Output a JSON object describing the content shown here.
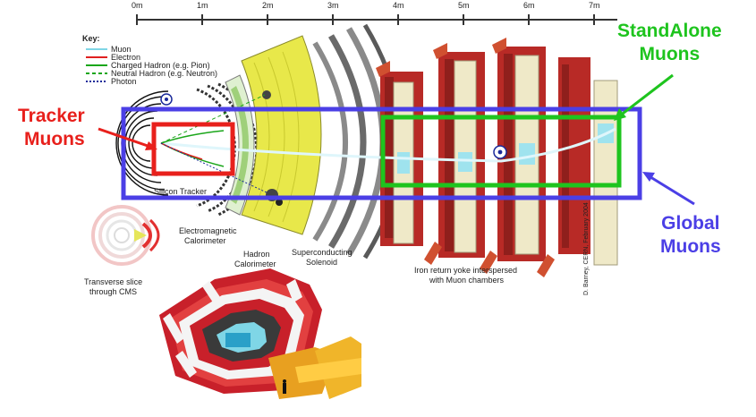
{
  "scale": {
    "ticks": [
      "0m",
      "1m",
      "2m",
      "3m",
      "4m",
      "5m",
      "6m",
      "7m"
    ]
  },
  "key": {
    "title": "Key:",
    "items": [
      {
        "label": "Muon",
        "color": "#7fd6e6",
        "style": "solid"
      },
      {
        "label": "Electron",
        "color": "#e02020",
        "style": "solid"
      },
      {
        "label": "Charged Hadron (e.g. Pion)",
        "color": "#1aa61a",
        "style": "solid"
      },
      {
        "label": "Neutral Hadron (e.g. Neutron)",
        "color": "#1aa61a",
        "style": "dashed"
      },
      {
        "label": "Photon",
        "color": "#1a2a9a",
        "style": "dotted"
      }
    ]
  },
  "detector_labels": {
    "silicon_tracker": "Silicon Tracker",
    "ecal_line1": "Electromagnetic",
    "ecal_line2": "Calorimeter",
    "hcal_line1": "Hadron",
    "hcal_line2": "Calorimeter",
    "solenoid_line1": "Superconducting",
    "solenoid_line2": "Solenoid",
    "yoke_line1": "Iron return yoke interspersed",
    "yoke_line2": "with Muon chambers",
    "slice_line1": "Transverse slice",
    "slice_line2": "through CMS",
    "credit": "D. Barney, CERN, February 2004"
  },
  "callouts": {
    "tracker": {
      "line1": "Tracker",
      "line2": "Muons",
      "color": "#e8201c"
    },
    "standalone": {
      "line1": "StandAlone",
      "line2": "Muons",
      "color": "#1ec41e"
    },
    "global": {
      "line1": "Global",
      "line2": "Muons",
      "color": "#4b3fe6"
    }
  }
}
